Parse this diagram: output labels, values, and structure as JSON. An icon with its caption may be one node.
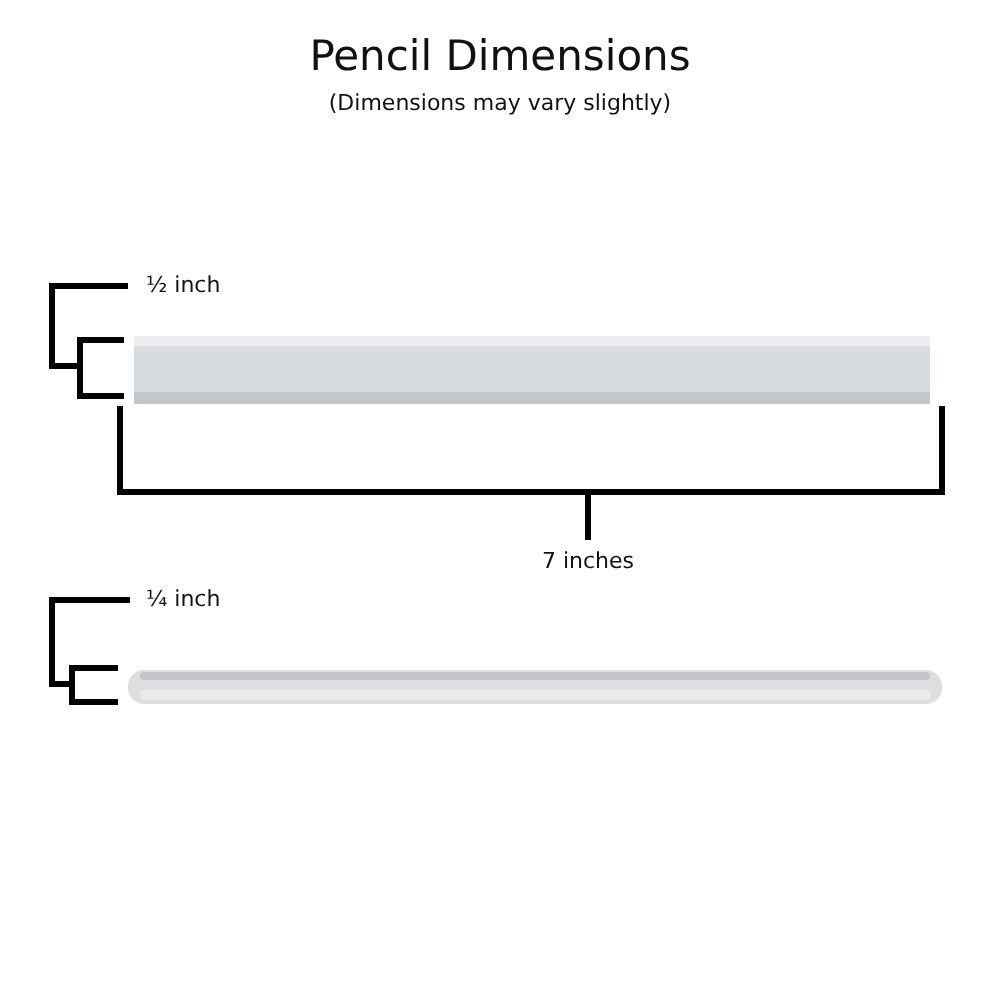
{
  "diagram": {
    "title": "Pencil Dimensions",
    "caption": "(Dimensions may vary slightly)",
    "labels": [
      "½ inch",
      "7 inches",
      "¼ inch"
    ]
  }
}
